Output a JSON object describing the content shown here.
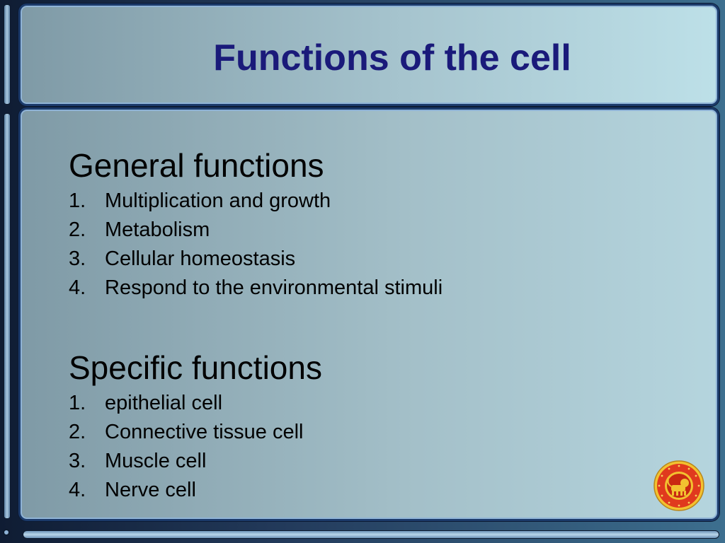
{
  "slide": {
    "title": "Functions of the cell",
    "sections": [
      {
        "heading": "General functions",
        "items": [
          {
            "num": "1.",
            "text": "Multiplication and growth"
          },
          {
            "num": "2.",
            "text": "Metabolism"
          },
          {
            "num": "3.",
            "text": "Cellular homeostasis"
          },
          {
            "num": "4.",
            "text": "Respond to the environmental stimuli"
          }
        ]
      },
      {
        "heading": "Specific functions",
        "items": [
          {
            "num": "1.",
            "text": "epithelial cell"
          },
          {
            "num": "2.",
            "text": "Connective tissue cell"
          },
          {
            "num": "3.",
            "text": "Muscle cell"
          },
          {
            "num": "4.",
            "text": "Nerve cell"
          }
        ]
      }
    ]
  },
  "logo": {
    "icon": "lion-emblem-icon"
  },
  "colors": {
    "title": "#1a1a7a",
    "logo_ring": "#e03a1e",
    "logo_gold": "#f2c230"
  }
}
